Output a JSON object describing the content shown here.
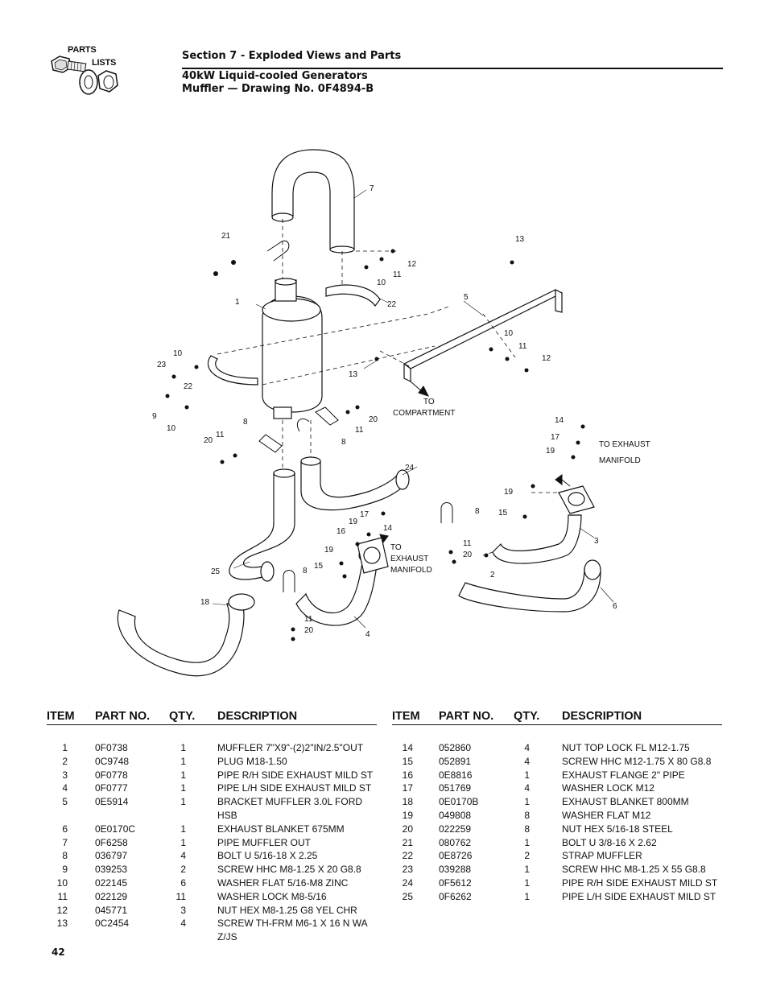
{
  "header": {
    "logo_line1": "PARTS",
    "logo_line2": "LISTS",
    "section": "Section 7 - Exploded Views and Parts",
    "title_line1": "40kW Liquid-cooled Generators",
    "title_line2": "Muffler — Drawing No. 0F4894-B"
  },
  "diagram_labels": {
    "to_compartment_1": "TO",
    "to_compartment_2": "COMPARTMENT",
    "to_exhaust_manifold_right_1": "TO EXHAUST",
    "to_exhaust_manifold_right_2": "MANIFOLD",
    "to_exhaust_manifold_left_1": "TO",
    "to_exhaust_manifold_left_2": "EXHAUST",
    "to_exhaust_manifold_left_3": "MANIFOLD",
    "callouts": [
      "7",
      "21",
      "13",
      "12",
      "11",
      "10",
      "1",
      "22",
      "5",
      "10",
      "11",
      "12",
      "10",
      "23",
      "22",
      "13",
      "9",
      "10",
      "8",
      "20",
      "11",
      "20",
      "11",
      "8",
      "14",
      "17",
      "19",
      "24",
      "19",
      "15",
      "8",
      "17",
      "19",
      "16",
      "14",
      "11",
      "20",
      "3",
      "25",
      "19",
      "15",
      "8",
      "2",
      "18",
      "6",
      "11",
      "20",
      "4"
    ]
  },
  "table_headers": {
    "item": "ITEM",
    "part_no": "PART NO.",
    "qty": "QTY.",
    "description": "DESCRIPTION"
  },
  "left_parts": [
    {
      "item": "1",
      "part": "0F0738",
      "qty": "1",
      "desc": "MUFFLER 7\"X9\"-(2)2\"IN/2.5\"OUT",
      "desc2": ""
    },
    {
      "item": "2",
      "part": "0C9748",
      "qty": "1",
      "desc": "PLUG M18-1.50",
      "desc2": ""
    },
    {
      "item": "3",
      "part": "0F0778",
      "qty": "1",
      "desc": "PIPE R/H SIDE EXHAUST MILD ST",
      "desc2": ""
    },
    {
      "item": "4",
      "part": "0F0777",
      "qty": "1",
      "desc": "PIPE L/H SIDE EXHAUST MILD ST",
      "desc2": ""
    },
    {
      "item": "5",
      "part": "0E5914",
      "qty": "1",
      "desc": "BRACKET MUFFLER 3.0L FORD",
      "desc2": "HSB"
    },
    {
      "item": "6",
      "part": "0E0170C",
      "qty": "1",
      "desc": "EXHAUST BLANKET 675MM",
      "desc2": ""
    },
    {
      "item": "7",
      "part": "0F6258",
      "qty": "1",
      "desc": "PIPE MUFFLER OUT",
      "desc2": ""
    },
    {
      "item": "8",
      "part": "036797",
      "qty": "4",
      "desc": "BOLT U 5/16-18 X 2.25",
      "desc2": ""
    },
    {
      "item": "9",
      "part": "039253",
      "qty": "2",
      "desc": "SCREW HHC M8-1.25 X 20 G8.8",
      "desc2": ""
    },
    {
      "item": "10",
      "part": "022145",
      "qty": "6",
      "desc": "WASHER FLAT 5/16-M8 ZINC",
      "desc2": ""
    },
    {
      "item": "11",
      "part": "022129",
      "qty": "11",
      "desc": "WASHER LOCK M8-5/16",
      "desc2": ""
    },
    {
      "item": "12",
      "part": "045771",
      "qty": "3",
      "desc": "NUT HEX M8-1.25 G8 YEL CHR",
      "desc2": ""
    },
    {
      "item": "13",
      "part": "0C2454",
      "qty": "4",
      "desc": "SCREW TH-FRM M6-1 X 16 N WA",
      "desc2": "Z/JS"
    }
  ],
  "right_parts": [
    {
      "item": "14",
      "part": "052860",
      "qty": "4",
      "desc": "NUT TOP LOCK FL M12-1.75"
    },
    {
      "item": "15",
      "part": "052891",
      "qty": "4",
      "desc": "SCREW HHC M12-1.75 X 80 G8.8"
    },
    {
      "item": "16",
      "part": "0E8816",
      "qty": "1",
      "desc": "EXHAUST FLANGE 2\" PIPE"
    },
    {
      "item": "17",
      "part": "051769",
      "qty": "4",
      "desc": "WASHER LOCK M12"
    },
    {
      "item": "18",
      "part": "0E0170B",
      "qty": "1",
      "desc": "EXHAUST BLANKET 800MM"
    },
    {
      "item": "19",
      "part": "049808",
      "qty": "8",
      "desc": "WASHER FLAT M12"
    },
    {
      "item": "20",
      "part": "022259",
      "qty": "8",
      "desc": "NUT HEX 5/16-18 STEEL"
    },
    {
      "item": "21",
      "part": "080762",
      "qty": "1",
      "desc": "BOLT U 3/8-16 X 2.62"
    },
    {
      "item": "22",
      "part": "0E8726",
      "qty": "2",
      "desc": "STRAP MUFFLER"
    },
    {
      "item": "23",
      "part": "039288",
      "qty": "1",
      "desc": "SCREW HHC M8-1.25 X 55 G8.8"
    },
    {
      "item": "24",
      "part": "0F5612",
      "qty": "1",
      "desc": "PIPE R/H SIDE EXHAUST MILD ST"
    },
    {
      "item": "25",
      "part": "0F6262",
      "qty": "1",
      "desc": "PIPE L/H SIDE EXHAUST MILD ST"
    }
  ],
  "footer": {
    "page_number": "42"
  }
}
